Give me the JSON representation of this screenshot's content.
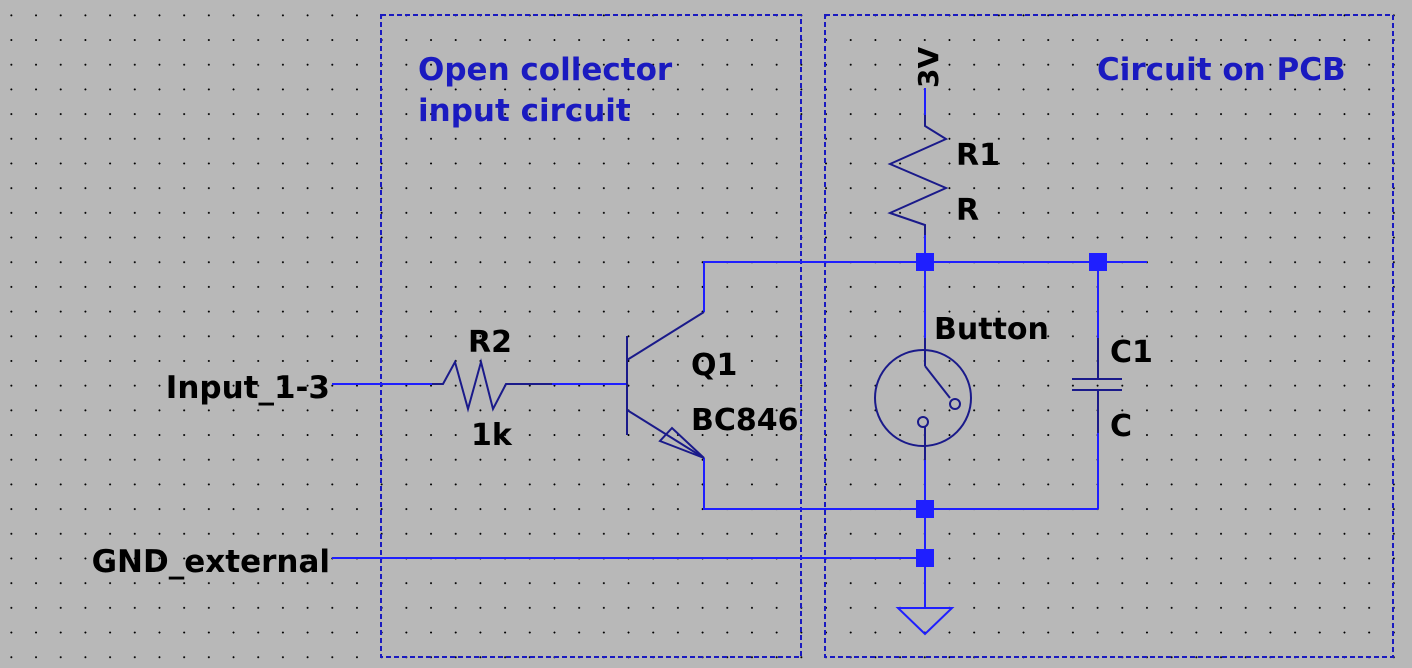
{
  "colors": {
    "background": "#b8b8b8",
    "wire": "#1f1fff",
    "component": "#1a1a8a",
    "junction": "#1f1fff",
    "comment_text": "#1a1ac0",
    "label_text": "#000000",
    "box_border": "#1a1ac0"
  },
  "boxes": [
    {
      "name": "open-collector-box",
      "title_lines": [
        "Open collector",
        "input circuit"
      ]
    },
    {
      "name": "pcb-box",
      "title_lines": [
        "Circuit on PCB"
      ]
    }
  ],
  "net_labels": {
    "input": "Input_1-3",
    "gnd_external": "GND_external",
    "supply": "3V"
  },
  "components": {
    "r2": {
      "ref": "R2",
      "value": "1k",
      "type": "resistor"
    },
    "q1": {
      "ref": "Q1",
      "value": "BC846",
      "type": "npn-transistor"
    },
    "r1": {
      "ref": "R1",
      "value": "R",
      "type": "resistor"
    },
    "button": {
      "ref": "Button",
      "type": "push-button"
    },
    "c1": {
      "ref": "C1",
      "value": "C",
      "type": "capacitor"
    },
    "gnd": {
      "type": "ground"
    }
  }
}
